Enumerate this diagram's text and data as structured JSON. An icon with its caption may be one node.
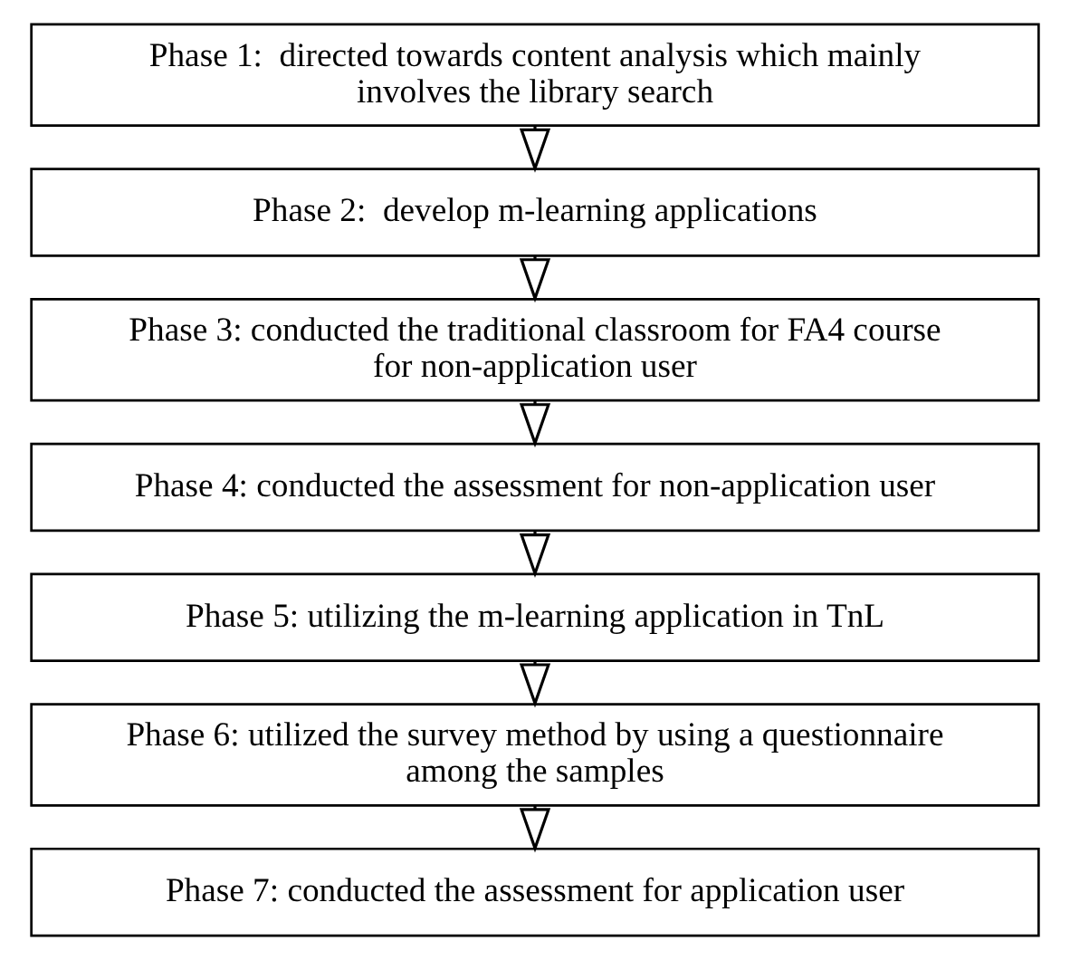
{
  "diagram": {
    "nodes": [
      {
        "text": [
          "Phase 1:  directed towards content analysis which mainly involves the library search"
        ]
      },
      {
        "text": [
          "Phase 2:  develop m-learning applications"
        ]
      },
      {
        "text": [
          "Phase 3: conducted the traditional classroom for FA4 course for non-application user"
        ]
      },
      {
        "text": [
          "Phase 4: conducted the assessment for non-application user"
        ]
      },
      {
        "text": [
          "Phase 5: utilizing the m-learning application in TnL"
        ]
      },
      {
        "text": [
          "Phase 6: utilized the survey method by using a questionnaire among the samples"
        ]
      },
      {
        "text": [
          "Phase 7: conducted the assessment for application user"
        ]
      }
    ],
    "edges": [
      {
        "from": 0,
        "to": 1,
        "arrow": "to"
      },
      {
        "from": 1,
        "to": 2,
        "arrow": "to"
      },
      {
        "from": 2,
        "to": 3,
        "arrow": "to"
      },
      {
        "from": 3,
        "to": 4,
        "arrow": "to"
      },
      {
        "from": 4,
        "to": 5,
        "arrow": "to"
      },
      {
        "from": 5,
        "to": 6,
        "arrow": "to"
      }
    ]
  }
}
